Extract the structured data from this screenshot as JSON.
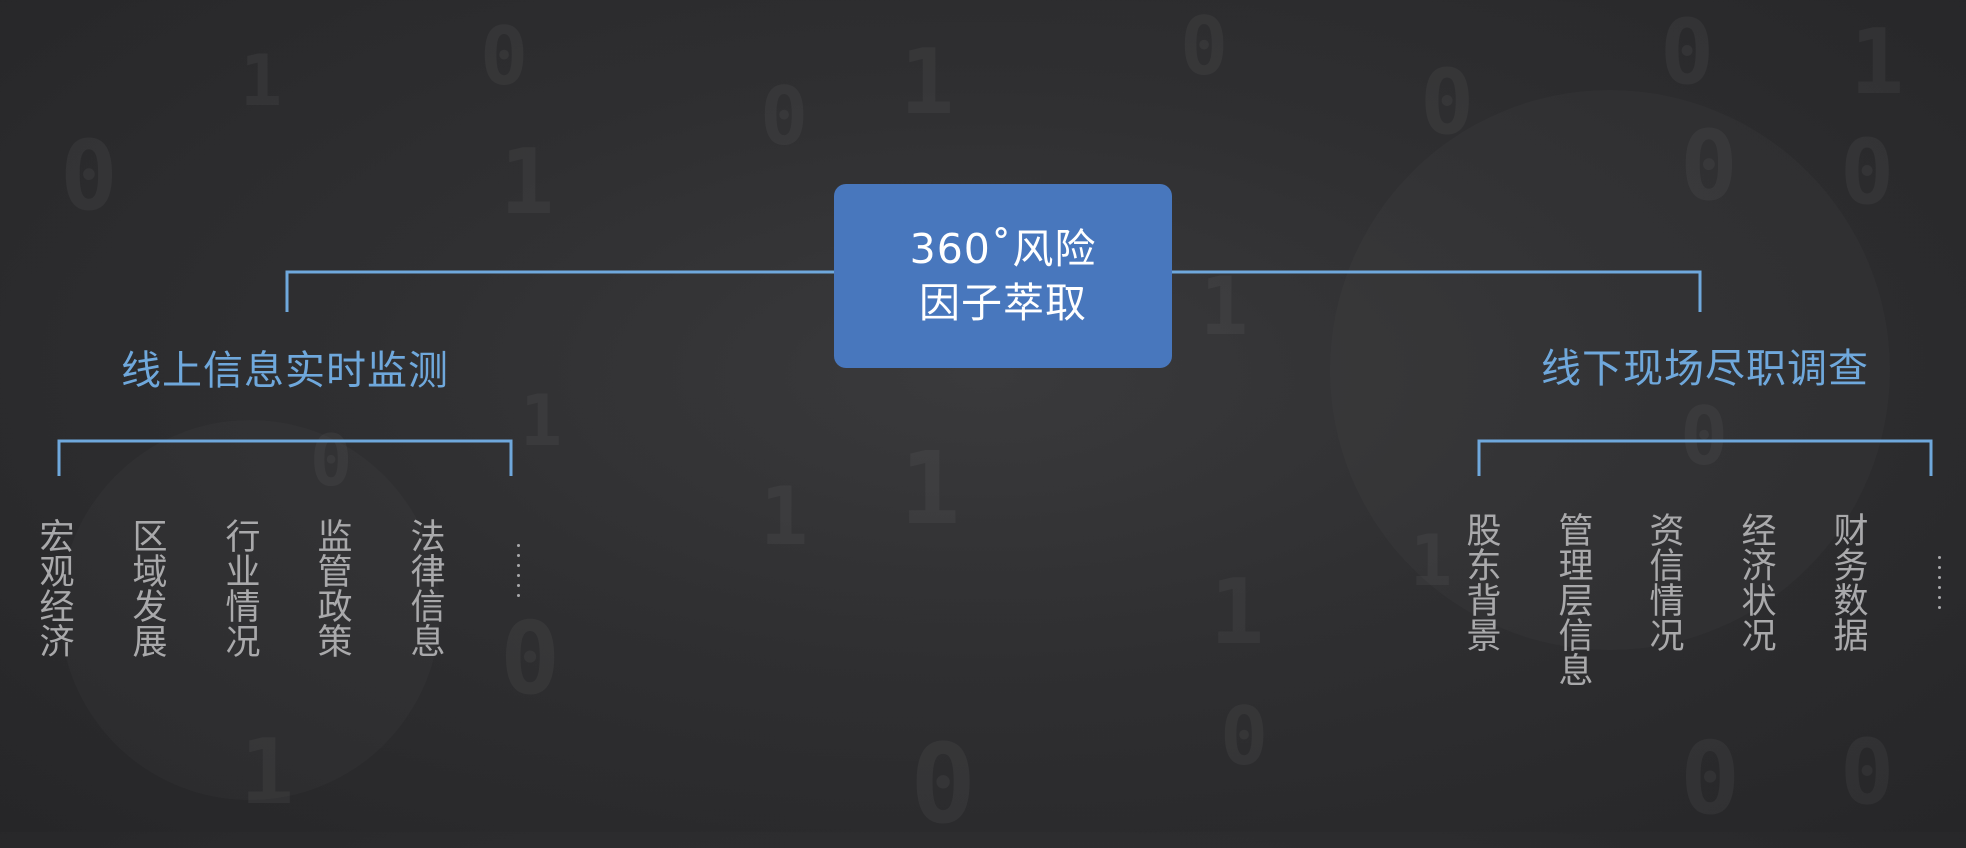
{
  "center": {
    "line1": "360˚风险",
    "line2": "因子萃取"
  },
  "left_branch": {
    "title": "线上信息实时监测",
    "leaves": [
      "宏观经济",
      "区域发展",
      "行业情况",
      "监管政策",
      "法律信息"
    ],
    "more": "……"
  },
  "right_branch": {
    "title": "线下现场尽职调查",
    "leaves": [
      "股东背景",
      "管理层信息",
      "资信情况",
      "经济状况",
      "财务数据"
    ],
    "more": "……"
  },
  "colors": {
    "background": "#2f2f31",
    "center_box": "#4877bd",
    "connector": "#6fa8dc",
    "branch_title": "#6fa8dc",
    "leaf_text": "#a9a9ab"
  }
}
